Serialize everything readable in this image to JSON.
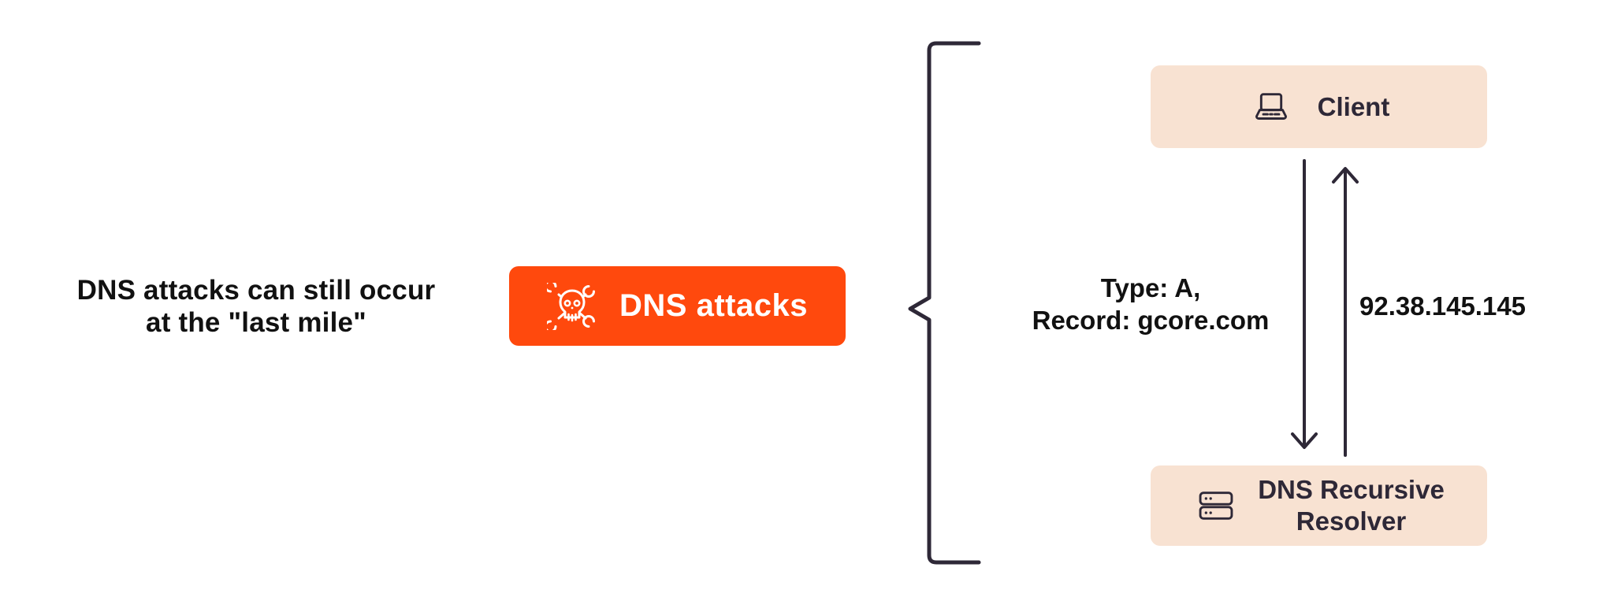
{
  "colors": {
    "accent": "#FF490D",
    "panel": "#F8E2D2",
    "ink": "#2E2837",
    "text": "#111111"
  },
  "caption": {
    "line1": "DNS attacks can still occur",
    "line2": "at the \"last mile\""
  },
  "attack_badge": {
    "label": "DNS attacks",
    "icon": "skull-crossed-wrenches-icon"
  },
  "diagram": {
    "client_node": {
      "label": "Client",
      "icon": "laptop-icon"
    },
    "query_label": {
      "line1": "Type: A,",
      "line2": "Record: gcore.com"
    },
    "response_label": "92.38.145.145",
    "resolver_node": {
      "label_line1": "DNS Recursive",
      "label_line2": "Resolver",
      "icon": "server-icon"
    }
  }
}
